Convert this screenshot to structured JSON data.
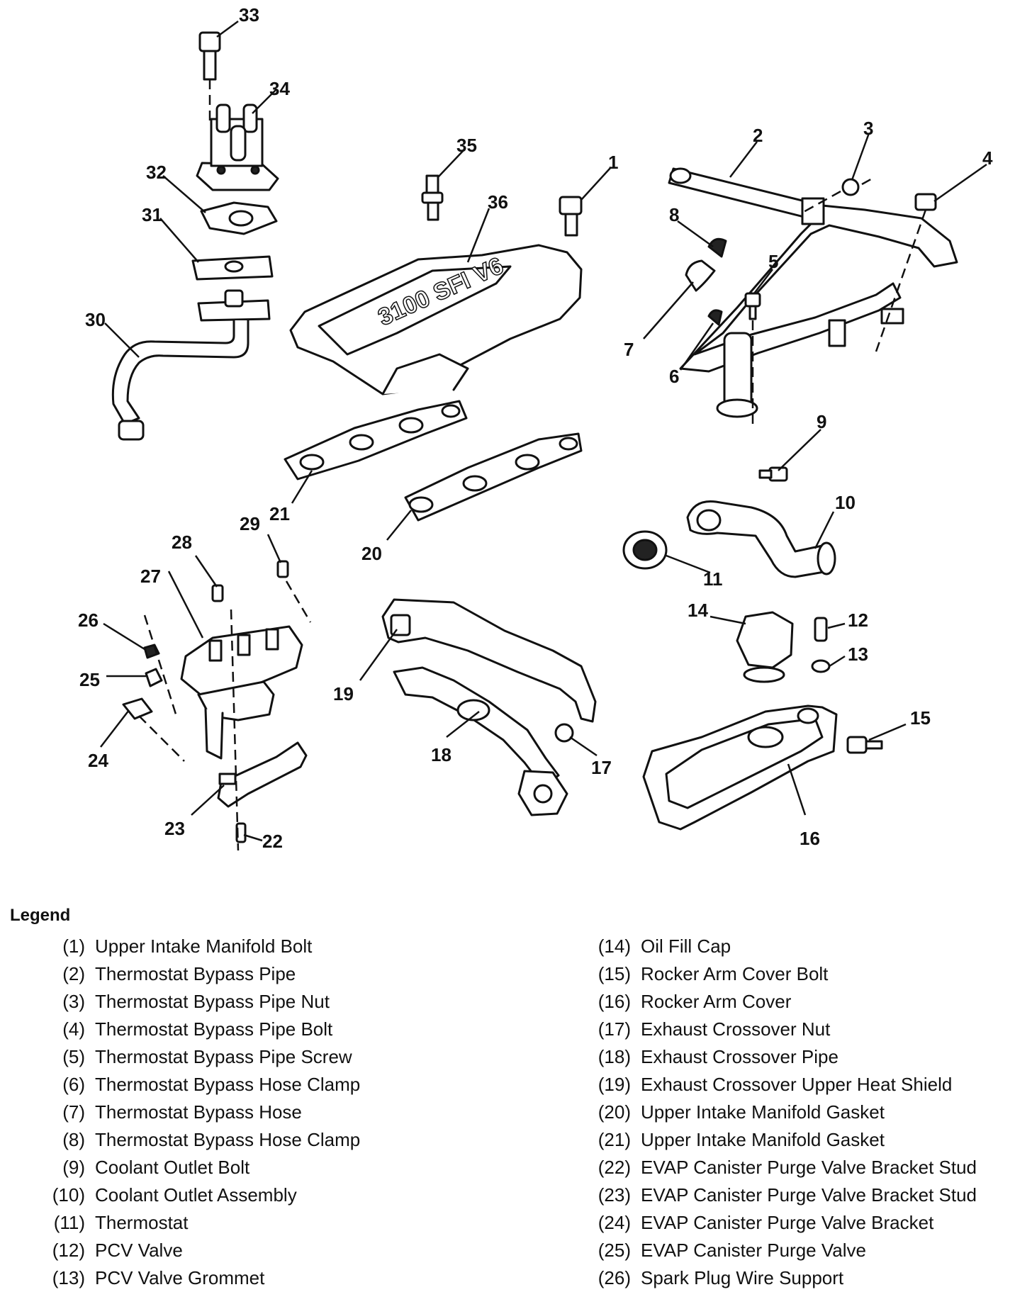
{
  "callouts": {
    "c1": "1",
    "c2": "2",
    "c3": "3",
    "c4": "4",
    "c5": "5",
    "c6": "6",
    "c7": "7",
    "c8": "8",
    "c9": "9",
    "c10": "10",
    "c11": "11",
    "c12": "12",
    "c13": "13",
    "c14": "14",
    "c15": "15",
    "c16": "16",
    "c17": "17",
    "c18": "18",
    "c19": "19",
    "c20": "20",
    "c21": "21",
    "c22": "22",
    "c23": "23",
    "c24": "24",
    "c25": "25",
    "c26": "26",
    "c27": "27",
    "c28": "28",
    "c29": "29",
    "c30": "30",
    "c31": "31",
    "c32": "32",
    "c33": "33",
    "c34": "34",
    "c35": "35",
    "c36": "36"
  },
  "manifold_engraving": "3100 SFI V6",
  "legend": {
    "title": "Legend",
    "left": [
      {
        "num": "(1)",
        "label": "Upper Intake Manifold Bolt"
      },
      {
        "num": "(2)",
        "label": "Thermostat Bypass Pipe"
      },
      {
        "num": "(3)",
        "label": "Thermostat Bypass Pipe Nut"
      },
      {
        "num": "(4)",
        "label": "Thermostat Bypass Pipe Bolt"
      },
      {
        "num": "(5)",
        "label": "Thermostat Bypass Pipe Screw"
      },
      {
        "num": "(6)",
        "label": "Thermostat Bypass Hose Clamp"
      },
      {
        "num": "(7)",
        "label": "Thermostat Bypass Hose"
      },
      {
        "num": "(8)",
        "label": "Thermostat Bypass Hose Clamp"
      },
      {
        "num": "(9)",
        "label": "Coolant Outlet Bolt"
      },
      {
        "num": "(10)",
        "label": "Coolant Outlet Assembly"
      },
      {
        "num": "(11)",
        "label": "Thermostat"
      },
      {
        "num": "(12)",
        "label": "PCV Valve"
      },
      {
        "num": "(13)",
        "label": "PCV Valve Grommet"
      }
    ],
    "right": [
      {
        "num": "(14)",
        "label": "Oil Fill Cap"
      },
      {
        "num": "(15)",
        "label": "Rocker Arm Cover Bolt"
      },
      {
        "num": "(16)",
        "label": "Rocker Arm Cover"
      },
      {
        "num": "(17)",
        "label": "Exhaust Crossover Nut"
      },
      {
        "num": "(18)",
        "label": "Exhaust Crossover Pipe"
      },
      {
        "num": "(19)",
        "label": "Exhaust Crossover Upper Heat Shield"
      },
      {
        "num": "(20)",
        "label": "Upper Intake Manifold Gasket"
      },
      {
        "num": "(21)",
        "label": "Upper Intake Manifold Gasket"
      },
      {
        "num": "(22)",
        "label": "EVAP Canister Purge Valve Bracket Stud"
      },
      {
        "num": "(23)",
        "label": "EVAP Canister Purge Valve Bracket Stud"
      },
      {
        "num": "(24)",
        "label": "EVAP Canister Purge Valve Bracket"
      },
      {
        "num": "(25)",
        "label": "EVAP Canister Purge Valve"
      },
      {
        "num": "(26)",
        "label": "Spark Plug Wire Support"
      }
    ]
  }
}
